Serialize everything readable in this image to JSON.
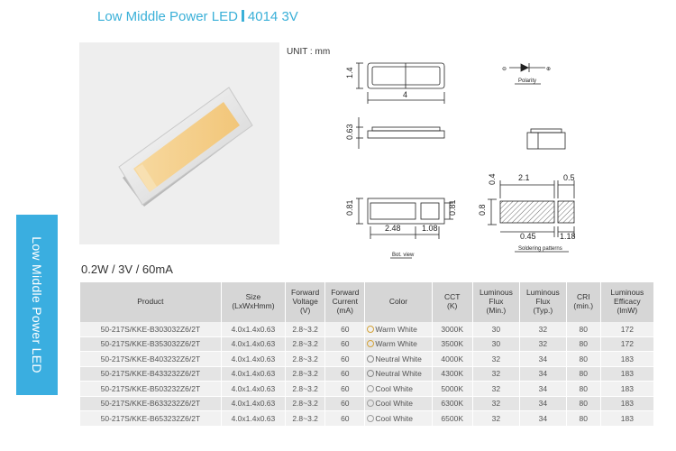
{
  "header": {
    "title_left": "Low Middle Power LED",
    "title_right": "4014 3V"
  },
  "side_tab": {
    "label": "Low Middle Power LED"
  },
  "unit_label": "UNIT : mm",
  "subtitle": "0.2W / 3V / 60mA",
  "drawing": {
    "dims": {
      "height_top": "1.4",
      "length": "4",
      "thickness": "0.63",
      "pad_w": "2.1",
      "pad_gap": "0.5",
      "pad_h": "0.4",
      "pad_side": "0.8",
      "bot_side": "0.81",
      "bot_a": "2.48",
      "bot_b": "1.08",
      "bot_c": "0.81",
      "solder_a": "0.45",
      "solder_b": "1.18"
    },
    "labels": {
      "polarity": "Polarity",
      "bot_view": "Bot. view",
      "soldering": "Soldering patterns",
      "minus": "⊖",
      "plus": "⊕"
    }
  },
  "table": {
    "headers": [
      "Product",
      "Size\n(LxWxHmm)",
      "Forward\nVoltage\n(V)",
      "Forward\nCurrent\n(mA)",
      "Color",
      "CCT\n(K)",
      "Luminous\nFlux\n(Min.)",
      "Luminous\nFlux\n(Typ.)",
      "CRI\n(min.)",
      "Luminous\nEfficacy\n(lmW)"
    ],
    "rows": [
      {
        "product": "50-217S/KKE-B303032Z6/2T",
        "size": "4.0x1.4x0.63",
        "voltage": "2.8~3.2",
        "current": "60",
        "color": "Warm White",
        "tone": "warm",
        "cct": "3000K",
        "flux_min": "30",
        "flux_typ": "32",
        "cri": "80",
        "efficacy": "172"
      },
      {
        "product": "50-217S/KKE-B353032Z6/2T",
        "size": "4.0x1.4x0.63",
        "voltage": "2.8~3.2",
        "current": "60",
        "color": "Warm White",
        "tone": "warm",
        "cct": "3500K",
        "flux_min": "30",
        "flux_typ": "32",
        "cri": "80",
        "efficacy": "172"
      },
      {
        "product": "50-217S/KKE-B403232Z6/2T",
        "size": "4.0x1.4x0.63",
        "voltage": "2.8~3.2",
        "current": "60",
        "color": "Neutral White",
        "tone": "neutral",
        "cct": "4000K",
        "flux_min": "32",
        "flux_typ": "34",
        "cri": "80",
        "efficacy": "183"
      },
      {
        "product": "50-217S/KKE-B433232Z6/2T",
        "size": "4.0x1.4x0.63",
        "voltage": "2.8~3.2",
        "current": "60",
        "color": "Neutral White",
        "tone": "neutral",
        "cct": "4300K",
        "flux_min": "32",
        "flux_typ": "34",
        "cri": "80",
        "efficacy": "183"
      },
      {
        "product": "50-217S/KKE-B503232Z6/2T",
        "size": "4.0x1.4x0.63",
        "voltage": "2.8~3.2",
        "current": "60",
        "color": "Cool White",
        "tone": "cool",
        "cct": "5000K",
        "flux_min": "32",
        "flux_typ": "34",
        "cri": "80",
        "efficacy": "183"
      },
      {
        "product": "50-217S/KKE-B633232Z6/2T",
        "size": "4.0x1.4x0.63",
        "voltage": "2.8~3.2",
        "current": "60",
        "color": "Cool White",
        "tone": "cool",
        "cct": "6300K",
        "flux_min": "32",
        "flux_typ": "34",
        "cri": "80",
        "efficacy": "183"
      },
      {
        "product": "50-217S/KKE-B653232Z6/2T",
        "size": "4.0x1.4x0.63",
        "voltage": "2.8~3.2",
        "current": "60",
        "color": "Cool White",
        "tone": "cool",
        "cct": "6500K",
        "flux_min": "32",
        "flux_typ": "34",
        "cri": "80",
        "efficacy": "183"
      }
    ]
  },
  "colors": {
    "accent": "#3aaee0",
    "header_bg": "#d6d6d6",
    "row_light": "#f1f1f1",
    "row_dark": "#e4e4e4",
    "led_phosphor": "#f5cf8a"
  }
}
